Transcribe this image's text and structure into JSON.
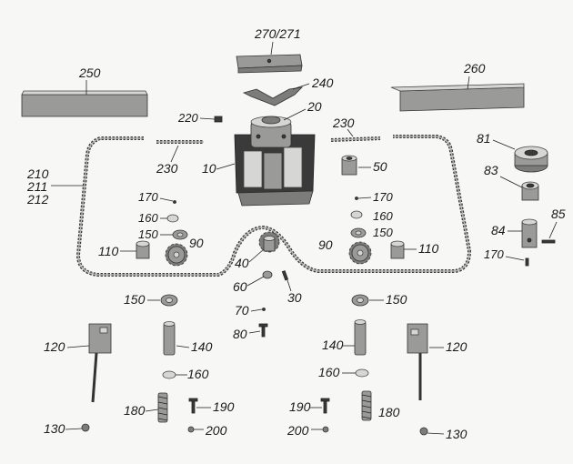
{
  "labels": {
    "l270": "270/271",
    "l240": "240",
    "l250": "250",
    "l260": "260",
    "l220": "220",
    "l20": "20",
    "l230a": "230",
    "l230b": "230",
    "l10": "10",
    "l210": "210",
    "l211": "211",
    "l212": "212",
    "l81": "81",
    "l50": "50",
    "l83": "83",
    "l170a": "170",
    "l170b": "170",
    "l160a": "160",
    "l160b": "160",
    "l150a": "150",
    "l150b": "150",
    "l110a": "110",
    "l90a": "90",
    "l90b": "90",
    "l110b": "110",
    "l84": "84",
    "l85": "85",
    "l170c": "170",
    "l40": "40",
    "l60": "60",
    "l30": "30",
    "l150c": "150",
    "l150d": "150",
    "l70": "70",
    "l80": "80",
    "l120a": "120",
    "l140a": "140",
    "l140b": "140",
    "l120b": "120",
    "l160c": "160",
    "l160d": "160",
    "l180a": "180",
    "l190a": "190",
    "l190b": "190",
    "l180b": "180",
    "l130a": "130",
    "l200a": "200",
    "l200b": "200",
    "l130b": "130"
  }
}
